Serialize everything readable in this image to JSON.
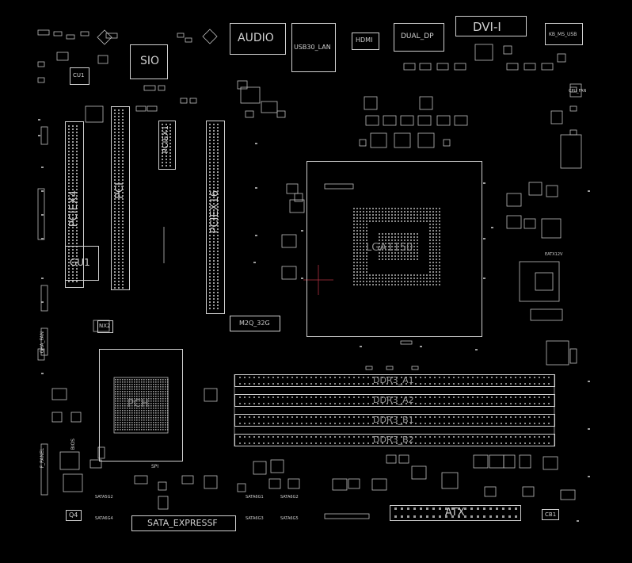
{
  "board_labels": {
    "audio": "AUDIO",
    "usb3_lan": "USB30_LAN",
    "hdmi_port": "HDMI",
    "dual_dp": "DUAL_DP",
    "dvi": "DVI-I",
    "kb_ms": "KB_MS_USB",
    "sio": "SIO",
    "cu1": "CU1",
    "pciex1": "PCIEX1",
    "pciex4": "PCIEX4",
    "pci": "PCI",
    "pciex16": "PCIEX16",
    "gu1": "GU1",
    "cpu_socket": "LGA1150",
    "m2": "M2Q_32G",
    "nx2": "NX2",
    "pch": "PCH",
    "ddr_a1": "DDR3_A1",
    "ddr_a2": "DDR3_A2",
    "ddr_b1": "DDR3_B1",
    "ddr_b2": "DDR3_B2",
    "atx": "ATX",
    "sata_express": "SATA_EXPRESSF",
    "q4": "Q4",
    "cb1": "CB1",
    "bios": "BIOS",
    "spi": "SPI",
    "sata5": "SATA5G2",
    "sata6": "SATA6G4",
    "sata1": "SATA6G1",
    "sata2": "SATA6G2",
    "sata3": "SATA6G3",
    "sata4": "SATA6G5",
    "fpanel": "F_PANEL",
    "comp": "CHA_FAN",
    "cpu_fan": "CPU_FAN",
    "eatx": "EATX12V"
  }
}
